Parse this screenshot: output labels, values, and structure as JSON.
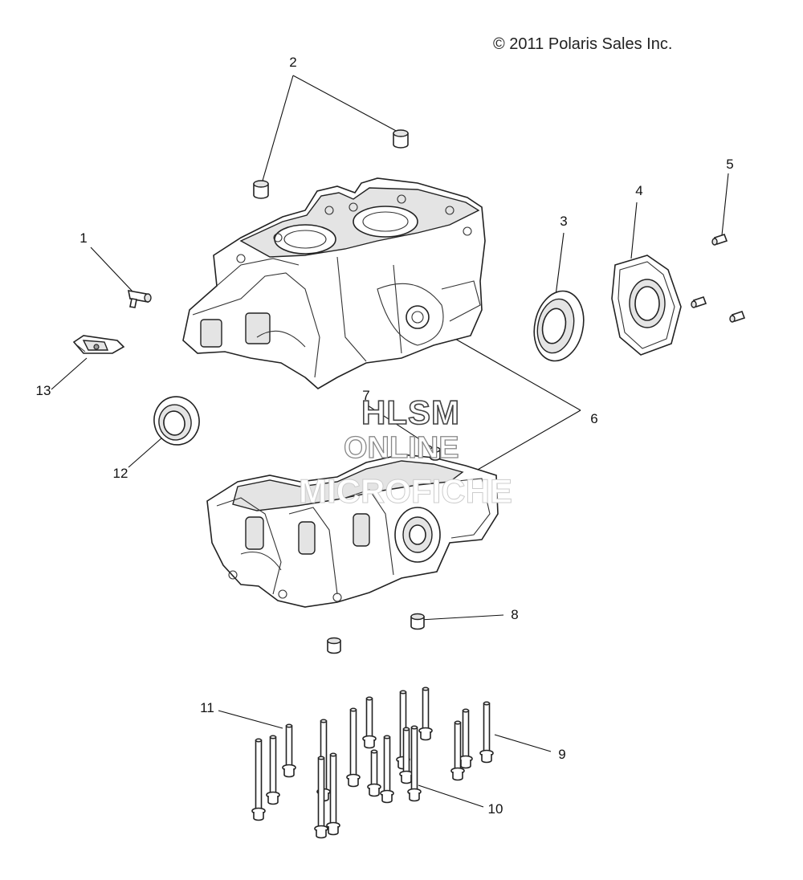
{
  "copyright": "© 2011 Polaris Sales Inc.",
  "watermark": {
    "line1": "HLSM",
    "line2": "ONLINE",
    "line3": "MICROFICHE"
  },
  "callouts": {
    "c1": "1",
    "c2": "2",
    "c3": "3",
    "c4": "4",
    "c5": "5",
    "c6": "6",
    "c7": "7",
    "c8": "8",
    "c9": "9",
    "c10": "10",
    "c11": "11",
    "c12": "12",
    "c13": "13"
  }
}
